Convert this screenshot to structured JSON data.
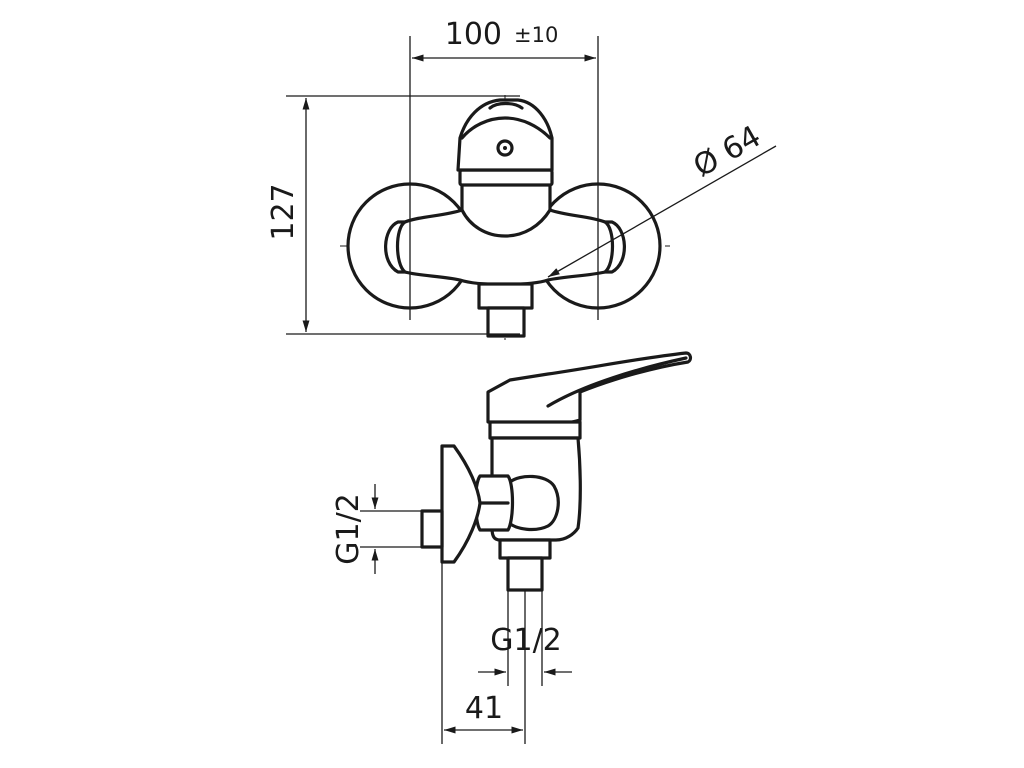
{
  "dimensions": {
    "width_main": "100",
    "width_tol": "±10",
    "height": "127",
    "diameter": "Ø 64",
    "thread_inlet": "G1/2",
    "thread_outlet": "G1/2",
    "depth": "41"
  },
  "colors": {
    "line": "#1a1a1a",
    "background": "#ffffff"
  }
}
